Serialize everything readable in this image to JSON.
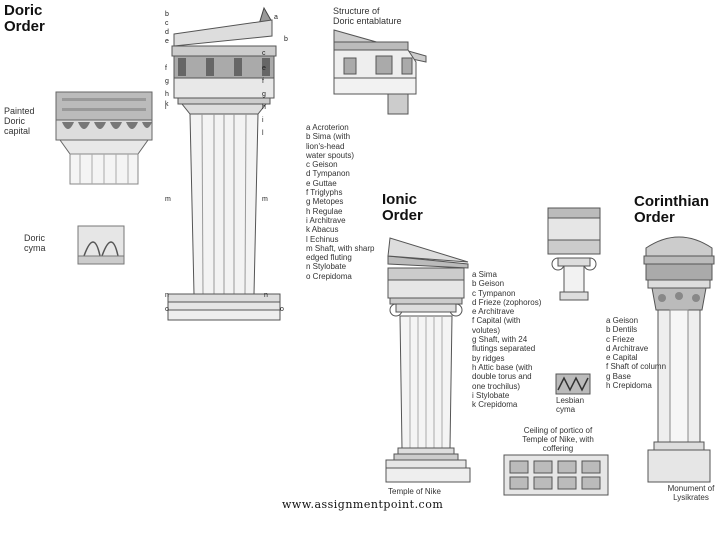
{
  "doric": {
    "title_line1": "Doric",
    "title_line2": "Order",
    "painted_capital": [
      "Painted",
      "Doric",
      "capital"
    ],
    "cyma": [
      "Doric",
      "cyma"
    ],
    "entablature_title": [
      "Structure of",
      "Doric entablature"
    ],
    "legend": [
      "a  Acroterion",
      "b  Sima (with",
      "    lion's-head",
      "    water spouts)",
      "c  Geison",
      "d  Tympanon",
      "e  Guttae",
      "f   Triglyphs",
      "g  Metopes",
      "h  Regulae",
      "i   Architrave",
      "k  Abacus",
      "l   Echinus",
      "m  Shaft, with sharp",
      "    edged fluting",
      "n  Stylobate",
      "o  Crepidoma"
    ],
    "letters_left": [
      "b",
      "c",
      "d",
      "e",
      "f",
      "g",
      "h",
      "i",
      "k",
      "m",
      "n",
      "o"
    ],
    "letters_right": [
      "a",
      "b",
      "c",
      "e",
      "f",
      "g",
      "h",
      "i",
      "l",
      "m",
      "n",
      "o"
    ]
  },
  "ionic": {
    "title_line1": "Ionic",
    "title_line2": "Order",
    "legend": [
      "a  Sima",
      "b  Geison",
      "c  Tympanon",
      "d  Frieze (zophoros)",
      "e  Architrave",
      "f   Capital (with",
      "    volutes)",
      "g  Shaft, with 24",
      "    flutings separated",
      "    by ridges",
      "h  Attic base (with",
      "    double torus and",
      "    one trochilus)",
      "i   Stylobate",
      "k  Crepidoma"
    ],
    "temple_caption": "Temple of Nike",
    "lesbian_cyma": [
      "Lesbian",
      "cyma"
    ],
    "ceiling_caption": [
      "Ceiling of portico of",
      "Temple of Nike, with",
      "coffering"
    ]
  },
  "corinthian": {
    "title_line1": "Corinthian",
    "title_line2": "Order",
    "legend": [
      "a  Geison",
      "b  Dentils",
      "c  Frieze",
      "d  Architrave",
      "e  Capital",
      "f   Shaft of column",
      "g  Base",
      "h  Crepidoma"
    ],
    "monument_caption": [
      "Monument of",
      "Lysikrates"
    ]
  },
  "footer": {
    "site": "www.assignmentpoint.com"
  }
}
